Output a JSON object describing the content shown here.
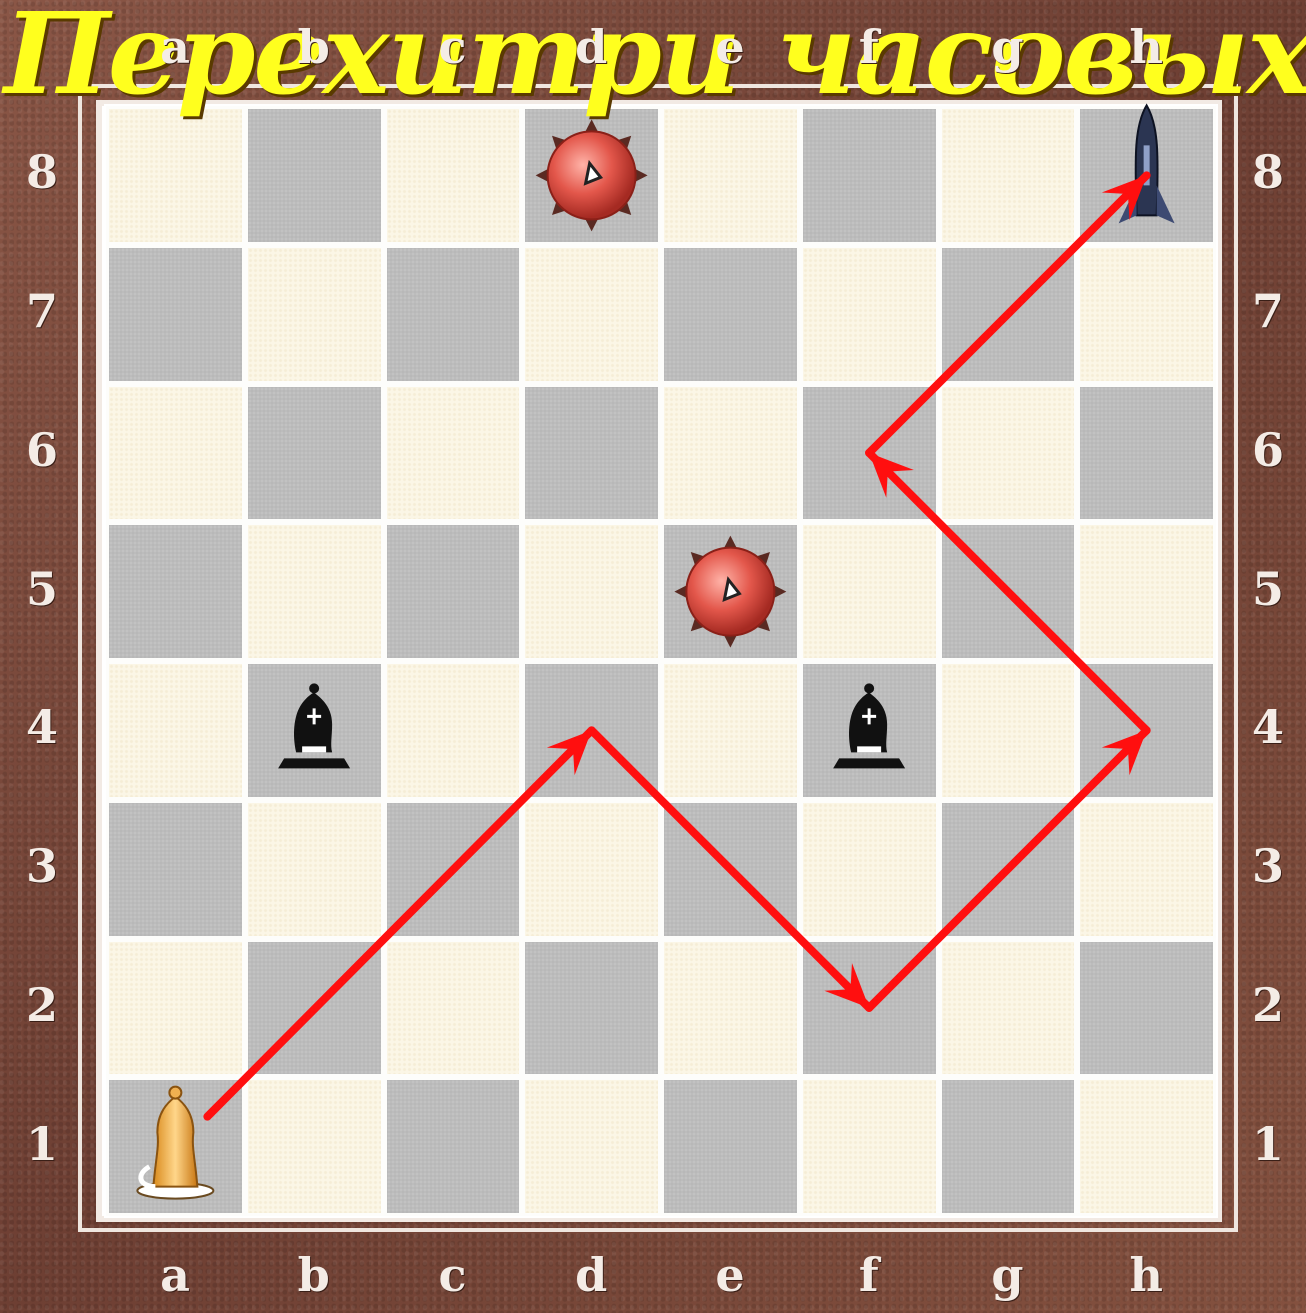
{
  "title": "Перехитри часовых",
  "files": [
    "a",
    "b",
    "c",
    "d",
    "e",
    "f",
    "g",
    "h"
  ],
  "ranks": [
    "8",
    "7",
    "6",
    "5",
    "4",
    "3",
    "2",
    "1"
  ],
  "pieces": [
    {
      "name": "white-bishop",
      "square": "a1",
      "symbol": "♗"
    },
    {
      "name": "black-bishop",
      "square": "b4",
      "symbol": "♝"
    },
    {
      "name": "black-bishop",
      "square": "f4",
      "symbol": "♝"
    },
    {
      "name": "mine",
      "square": "d8"
    },
    {
      "name": "mine",
      "square": "e5"
    },
    {
      "name": "rocket",
      "square": "h8"
    }
  ],
  "path": [
    "a1",
    "d4",
    "f2",
    "h4",
    "f6",
    "h8"
  ],
  "colors": {
    "arrow": "#ff0f0f",
    "title": "#ffff1e",
    "frame": "#7a4a3c"
  }
}
